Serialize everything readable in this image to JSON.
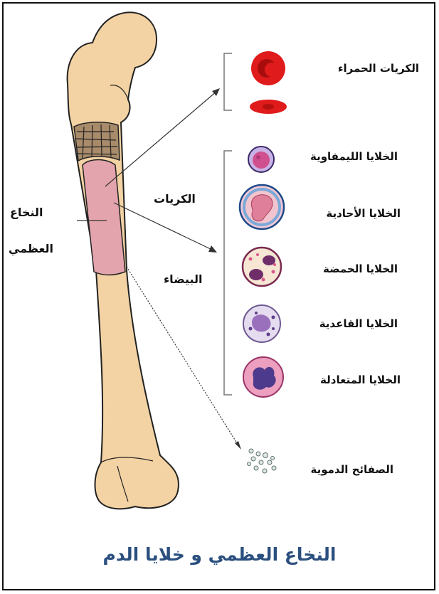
{
  "caption": "النخاع العظمي و خلايا الدم",
  "labels": {
    "marrow_line1": "النخاع",
    "marrow_line2": "العظمي",
    "wbc_line1": "الكريات",
    "wbc_line2": "البيضاء",
    "red_cells": "الكريات الحمراء",
    "lymphocytes": "الخلايا الليمفاوية",
    "monocytes": "الخلايا الأحادية",
    "eosinophils": "الخلايا الحمضة",
    "basophils": "الخلايا القاعدية",
    "neutrophils": "الخلايا المتعادلة",
    "platelets": "الصفائح الدموية"
  },
  "colors": {
    "bone": "#f3d3a4",
    "marrow": "#e3a4ad",
    "red_cell": "#e01b1b",
    "caption": "#2b4f7e"
  }
}
